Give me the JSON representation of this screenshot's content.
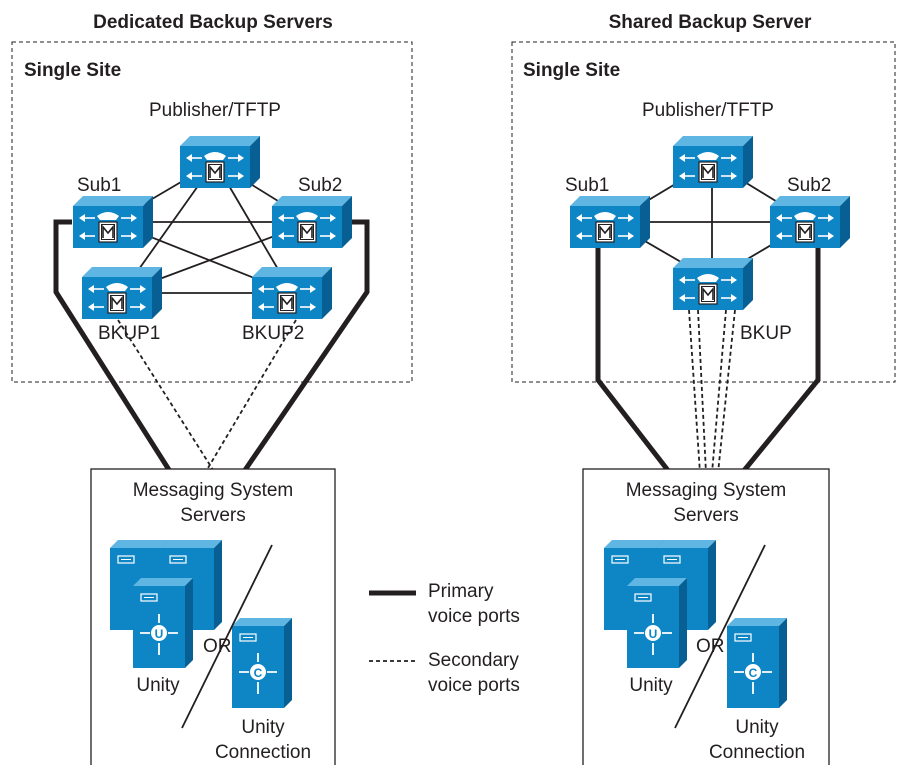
{
  "left": {
    "title": "Dedicated Backup Servers",
    "site": "Single Site",
    "publisher": "Publisher/TFTP",
    "sub1": "Sub1",
    "sub2": "Sub2",
    "bkup1": "BKUP1",
    "bkup2": "BKUP2",
    "messaging_line1": "Messaging System",
    "messaging_line2": "Servers",
    "unity": "Unity",
    "or": "OR",
    "unity_conn_line1": "Unity",
    "unity_conn_line2": "Connection"
  },
  "right": {
    "title": "Shared Backup Server",
    "site": "Single Site",
    "publisher": "Publisher/TFTP",
    "sub1": "Sub1",
    "sub2": "Sub2",
    "bkup": "BKUP",
    "messaging_line1": "Messaging System",
    "messaging_line2": "Servers",
    "unity": "Unity",
    "or": "OR",
    "unity_conn_line1": "Unity",
    "unity_conn_line2": "Connection"
  },
  "legend": {
    "primary_line1": "Primary",
    "primary_line2": "voice ports",
    "secondary_line1": "Secondary",
    "secondary_line2": "voice ports"
  },
  "icons": {
    "call_manager_badge": "M",
    "unity_badge": "U",
    "connection_badge": "C"
  },
  "colors": {
    "server_blue": "#0e86c6",
    "server_dark": "#075f93",
    "server_light": "#5fb6e3",
    "line": "#231f20"
  }
}
